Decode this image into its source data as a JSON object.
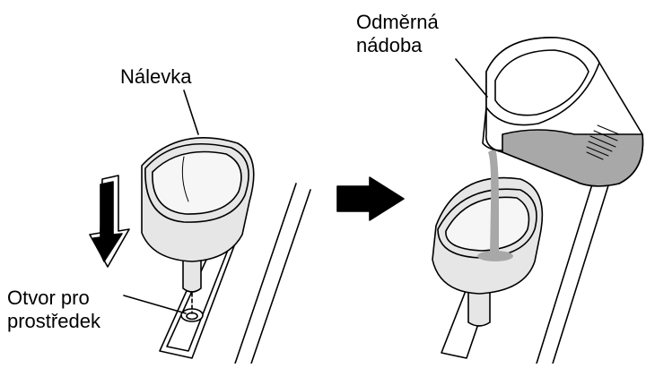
{
  "labels": {
    "funnel": "Nálevka",
    "opening_line1": "Otvor pro",
    "opening_line2": "prostředek",
    "cup_line1": "Odměrná",
    "cup_line2": "nádoba"
  },
  "colors": {
    "outline": "#000000",
    "funnel_fill": "#e6e6e6",
    "liquid": "#a8a8a8",
    "background": "#ffffff"
  },
  "icons": [
    "down-arrow-icon",
    "right-arrow-icon"
  ]
}
